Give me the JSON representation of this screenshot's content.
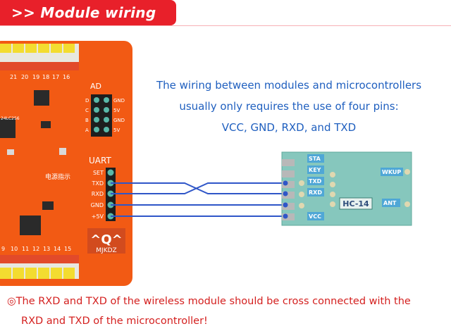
{
  "header": {
    "title": ">> Module wiring"
  },
  "description": {
    "line1": "The wiring between modules and microcontrollers",
    "line2": "usually only requires the use of four pins:",
    "line3": "VCC, GND, RXD, and TXD"
  },
  "mcu_board": {
    "ad_header_label": "AD",
    "ad_rows": [
      {
        "left": "D",
        "right": "GND"
      },
      {
        "left": "C",
        "right": "5V"
      },
      {
        "left": "B",
        "right": "GND"
      },
      {
        "left": "A",
        "right": "5V"
      }
    ],
    "uart_label": "UART",
    "uart_pins": [
      "SET",
      "TXD",
      "RXD",
      "GND",
      "+5V"
    ],
    "top_pin_numbers": [
      "21",
      "20",
      "19",
      "18",
      "17",
      "16"
    ],
    "bottom_pin_numbers": [
      "9",
      "10",
      "11",
      "12",
      "13",
      "14",
      "15"
    ],
    "eeprom_label": "24LC256",
    "power_label": "电源指示",
    "logo": "^Q^",
    "brand": "MJKDZ"
  },
  "hc14_module": {
    "name": "HC-14",
    "pins": [
      "STA",
      "KEY",
      "TXD",
      "RXD",
      "VCC"
    ],
    "wakeup_label": "WKUP",
    "antenna_label": "ANT"
  },
  "note": {
    "line1": "◎The RXD and TXD of the wireless module should be cross connected with the",
    "line2": "RXD and TXD of the microcontroller!"
  },
  "colors": {
    "banner": "#e8202a",
    "description_text": "#1f5fbf",
    "note_text": "#d4201f",
    "board": "#f25a14",
    "module": "#86c7bd",
    "wire": "#2f56c8"
  }
}
